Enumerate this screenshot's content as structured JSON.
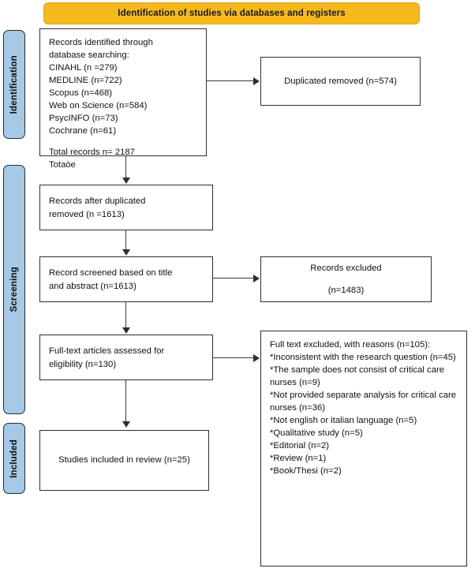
{
  "banner": {
    "title": "Identification of studies via databases and registers"
  },
  "stages": [
    {
      "name": "identification",
      "label": "Identification"
    },
    {
      "name": "screening",
      "label": "Screening"
    },
    {
      "name": "included",
      "label": "Included"
    }
  ],
  "boxes": {
    "identification": {
      "heading": "Records identified through",
      "subheading": "database searching:",
      "sources": [
        "CINAHL (n =279)",
        "MEDLINE (n=722)",
        "Scopus (n=468)",
        "Web on Science (n=584)",
        "PsycINFO (n=73)",
        "Cochrane (n=61)"
      ],
      "total": "Total records n= 2187"
    },
    "duplicates_removed": {
      "text": "Duplicated removed (n=574)"
    },
    "after_duplicates": {
      "line1": "Records after duplicated",
      "line2": "removed (n =1613)"
    },
    "records_screened": {
      "line1": "Record screened based on title",
      "line2": "and abstract (n=1613)"
    },
    "records_excluded": {
      "line1": "Records excluded",
      "line2": "(n=1483)"
    },
    "full_text_assessed": {
      "line1": "Full-text articles assessed for",
      "line2": "eligibility (n=130)"
    },
    "full_text_excluded": {
      "heading": "Full text excluded, with reasons (n=105):",
      "reasons": [
        "*Inconsistent with the research question (n=45)",
        "*The sample does not consist of critical care nurses (n=9)",
        "*Not provided separate analysis for critical care nurses (n=36)",
        "*Not english or italian language (n=5)",
        "*Qualitative study (n=5)",
        "*Editorial (n=2)",
        "*Review (n=1)",
        "*Book/Thesi (n=2)"
      ]
    },
    "studies_included": {
      "text": "Studies included in review (n=25)"
    }
  },
  "stray_label": {
    "text": "Totaòe"
  },
  "colors": {
    "banner_fill": "#F5B81E",
    "stage_fill": "#A6C9E7",
    "box_border": "#2e2e2e",
    "connector": "#3a3a3a"
  }
}
